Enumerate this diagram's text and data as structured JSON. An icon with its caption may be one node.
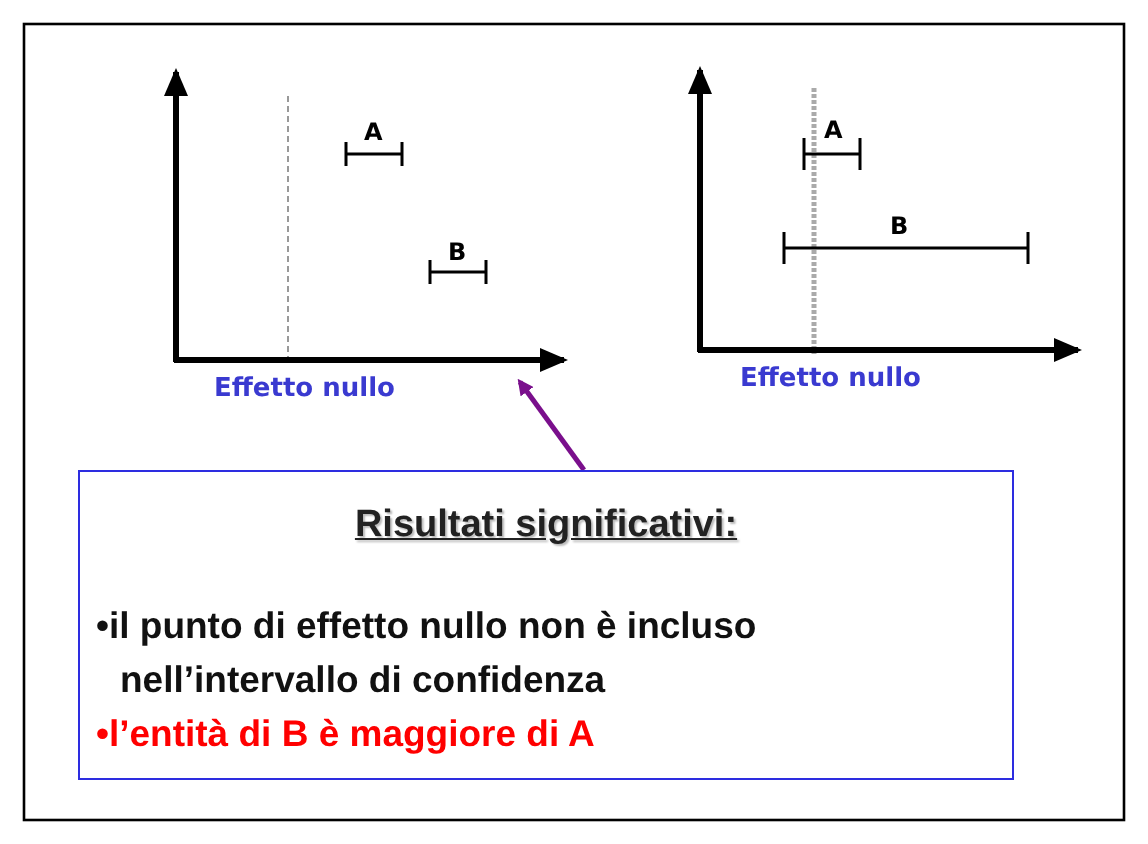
{
  "diagram": {
    "nodes": [
      {
        "text": [],
        "shape": "picture"
      },
      {
        "text": [
          "Risultati significativi:",
          "•il punto di effetto nullo non è incluso nell’intervallo di confidenza",
          "•l’entità di B è maggiore di A"
        ]
      }
    ],
    "edges": [
      {
        "from": 1,
        "to": 0,
        "arrow": "to",
        "color": "#7a0f8c"
      }
    ],
    "labels": [
      "A",
      "B",
      "Effetto nullo",
      "A",
      "B",
      "Effetto nullo"
    ]
  }
}
